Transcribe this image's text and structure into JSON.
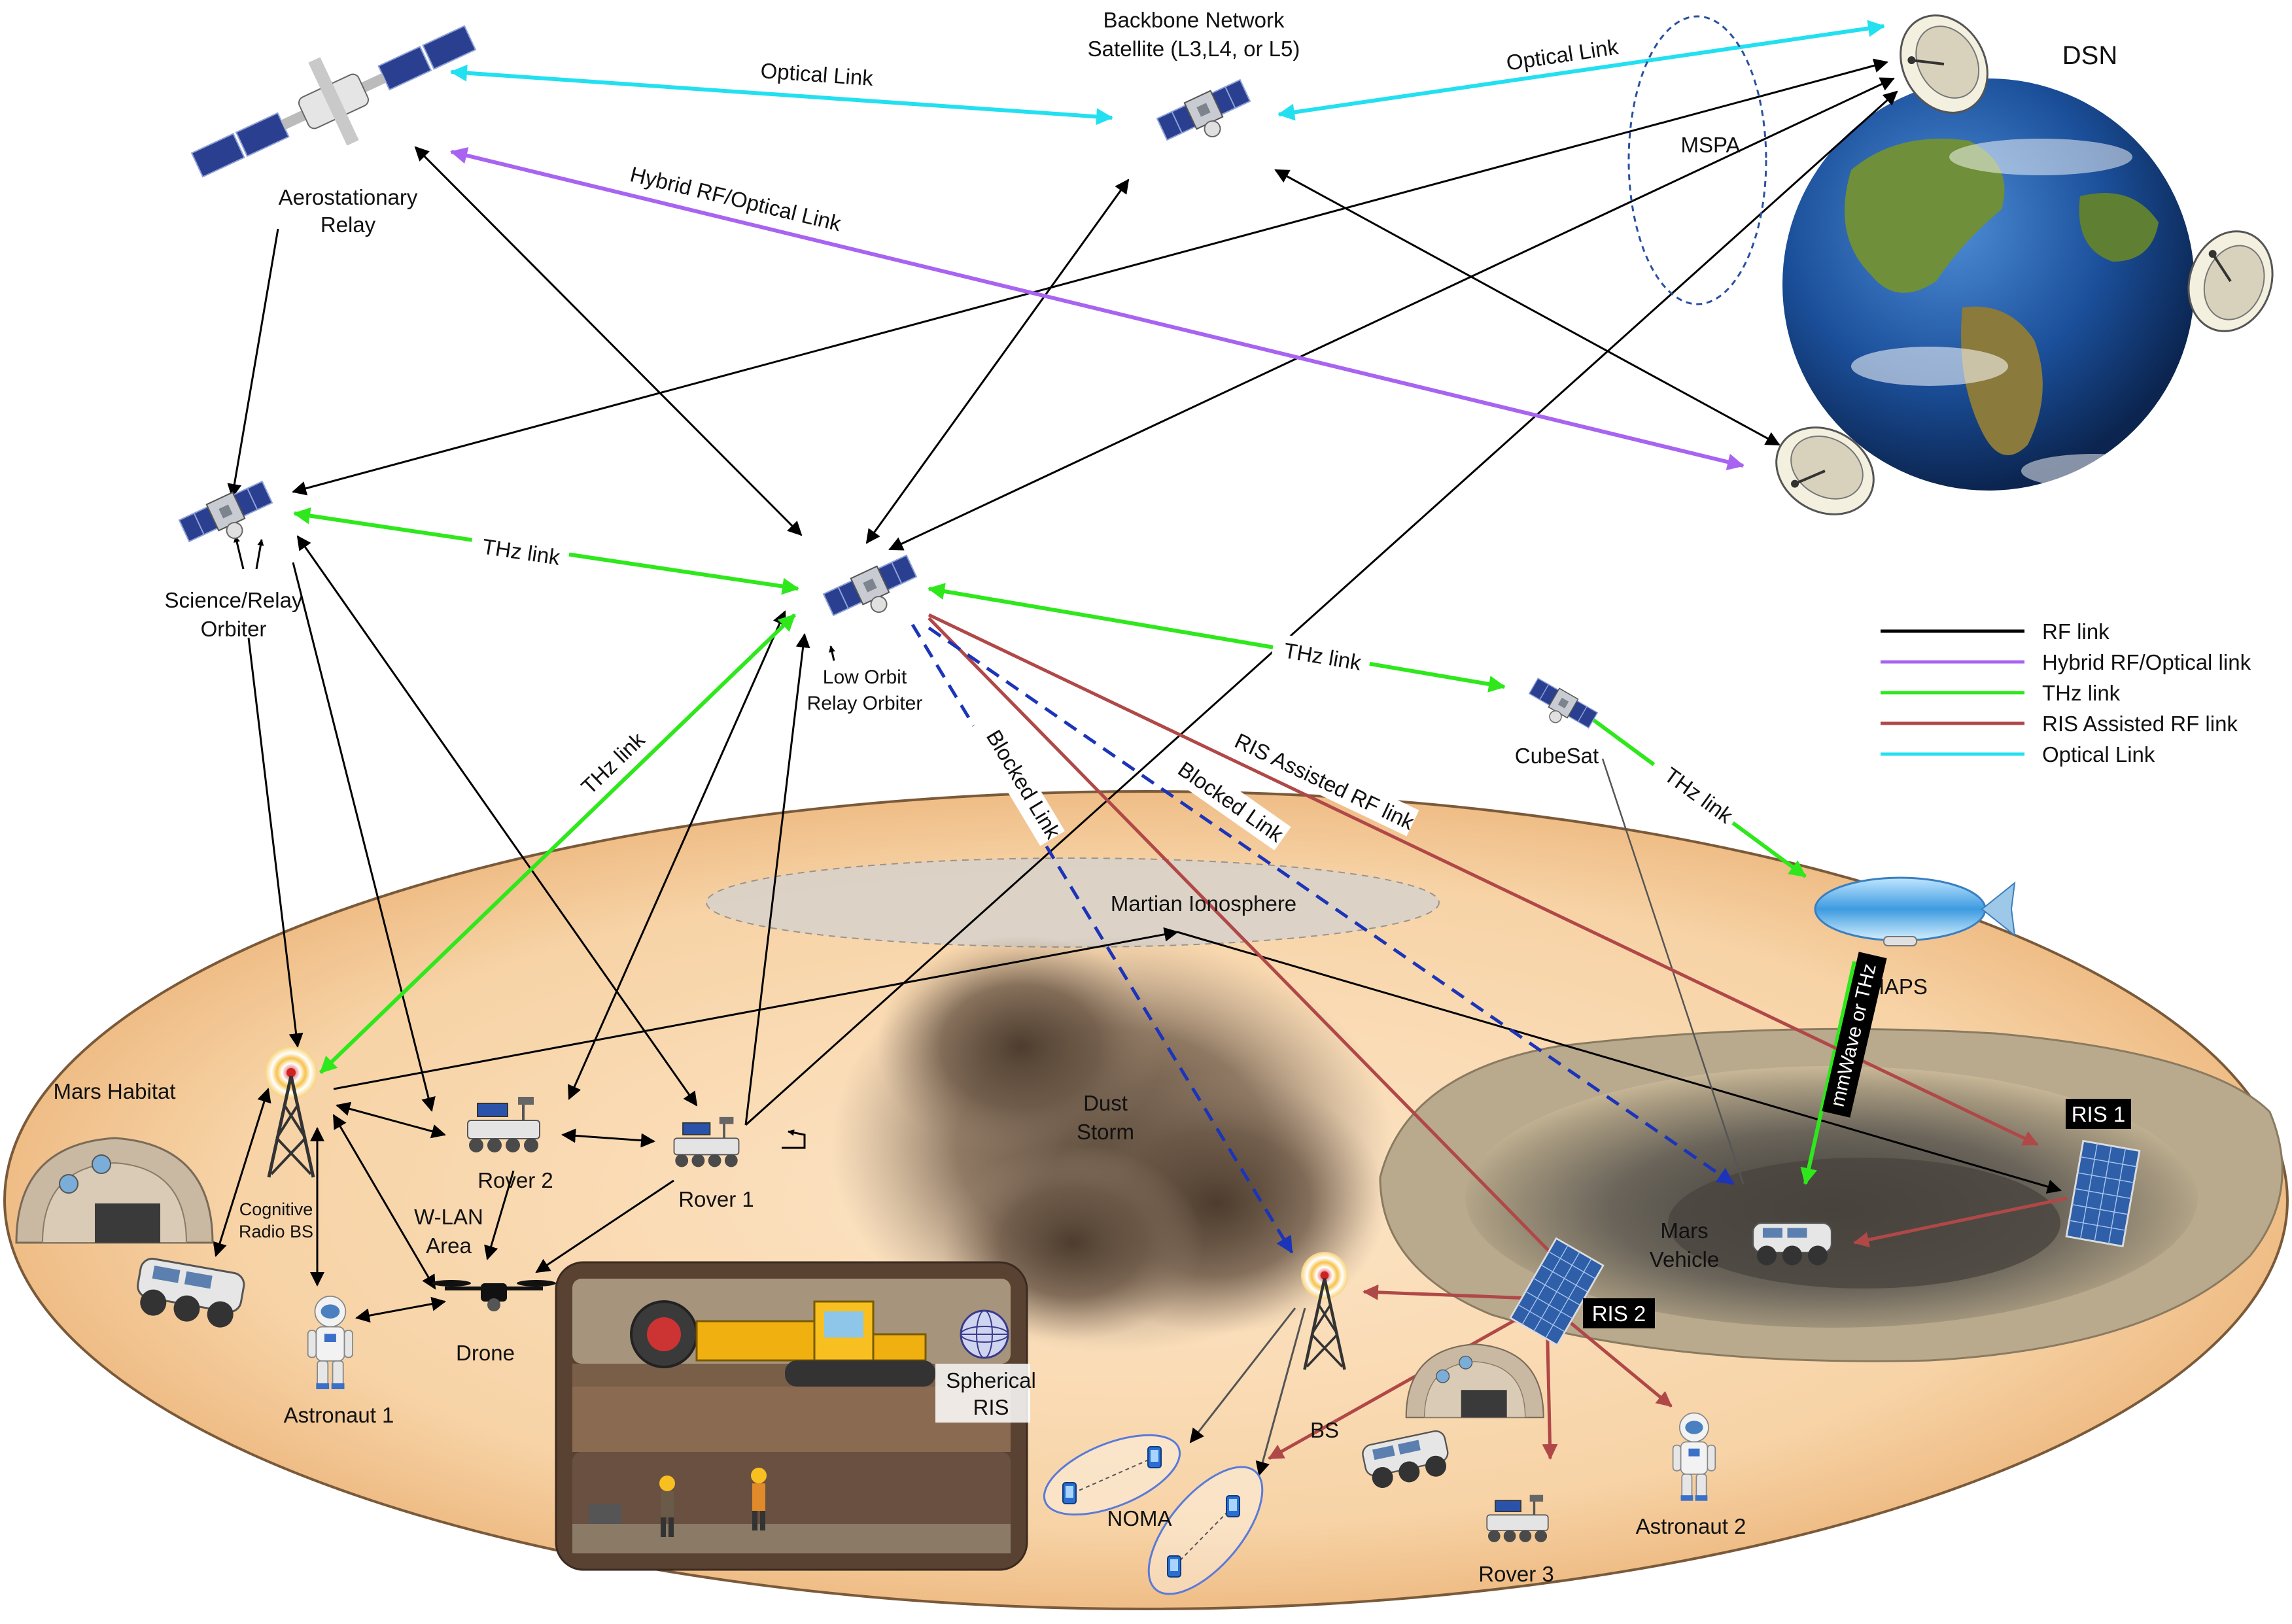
{
  "labels": {
    "backbone_l1": "Backbone Network",
    "backbone_l2": "Satellite (L3,L4, or L5)",
    "dsn": "DSN",
    "aero_l1": "Aerostationary",
    "aero_l2": "Relay",
    "mspa": "MSPA",
    "science_l1": "Science/Relay",
    "science_l2": "Orbiter",
    "low_orbit_l1": "Low Orbit",
    "low_orbit_l2": "Relay Orbiter",
    "cubesat": "CubeSat",
    "haps": "HAPS",
    "ionosphere": "Martian Ionosphere",
    "dust_l1": "Dust",
    "dust_l2": "Storm",
    "habitat": "Mars Habitat",
    "cognitive_l1": "Cognitive",
    "cognitive_l2": "Radio BS",
    "rover1": "Rover 1",
    "rover2": "Rover 2",
    "rover3": "Rover 3",
    "wlan_l1": "W-LAN",
    "wlan_l2": "Area",
    "drone": "Drone",
    "astronaut1": "Astronaut 1",
    "astronaut2": "Astronaut 2",
    "spherical_l1": "Spherical",
    "spherical_l2": "RIS",
    "bs": "BS",
    "noma": "NOMA",
    "ris1": "RIS 1",
    "ris2": "RIS 2",
    "vehicle_l1": "Mars",
    "vehicle_l2": "Vehicle"
  },
  "link_labels": {
    "optical_1": "Optical Link",
    "optical_2": "Optical Link",
    "hybrid": "Hybrid RF/Optical Link",
    "thz_1": "THz link",
    "thz_2": "THz link",
    "thz_3": "THz link",
    "thz_4": "THz link",
    "blocked_1": "Blocked Link",
    "blocked_2": "Blocked Link",
    "ris_rf": "RIS Assisted RF link",
    "mmwave": "mmWave or THz"
  },
  "legend": [
    {
      "label": "RF link",
      "color": "#000000"
    },
    {
      "label": "Hybrid RF/Optical link",
      "color": "#a864f0"
    },
    {
      "label": "THz link",
      "color": "#2ee81c"
    },
    {
      "label": "RIS Assisted RF link",
      "color": "#b04848"
    },
    {
      "label": "Optical Link",
      "color": "#22e0f0"
    }
  ],
  "colors": {
    "rf": "#000000",
    "hybrid": "#a864f0",
    "thz": "#2ee81c",
    "ris": "#b04848",
    "optical": "#22e0f0",
    "blocked": "#1c34b8",
    "mars_surface": "#fad8ae",
    "ocean": "#1b4f9a"
  },
  "icons": [
    "satellite-icon",
    "space-station-icon",
    "earth-icon",
    "dish-antenna-icon",
    "cell-tower-icon",
    "rover-icon",
    "drone-icon",
    "astronaut-icon",
    "habitat-icon",
    "airship-icon",
    "ris-panel-icon",
    "mining-vehicle-icon",
    "dust-storm-icon",
    "crater-icon"
  ]
}
